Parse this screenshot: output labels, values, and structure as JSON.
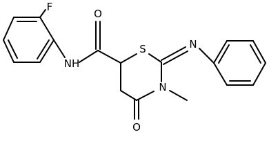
{
  "molecule": {
    "atoms": {
      "fluorine": "F",
      "amide_oxygen": "O",
      "amide_nh": "NH",
      "ring_sulfur": "S",
      "imine_nitrogen": "N",
      "ring_nitrogen": "N",
      "carbonyl_oxygen": "O"
    }
  }
}
